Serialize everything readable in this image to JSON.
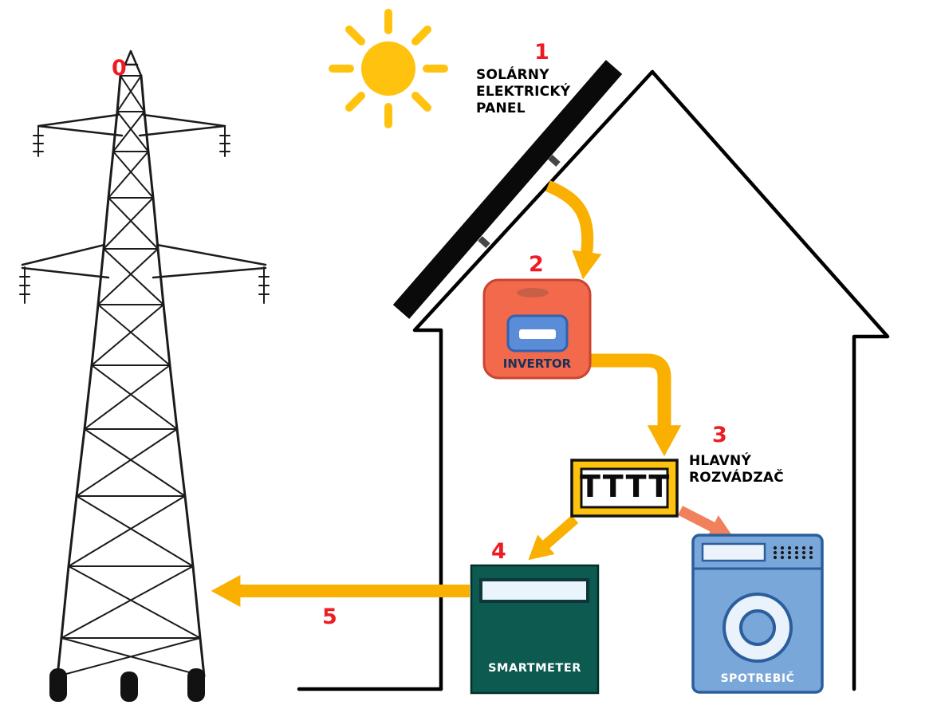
{
  "steps": {
    "tower_number": "0",
    "panel_number": "1",
    "invertor_number": "2",
    "rozvadzac_number": "3",
    "smartmeter_number": "4",
    "grid_feed_number": "5"
  },
  "panel": {
    "label_line1": "SOLÁRNY",
    "label_line2": "ELEKTRICKÝ",
    "label_line3": "PANEL"
  },
  "invertor": {
    "label": "INVERTOR"
  },
  "rozvadzac": {
    "label_line1": "HLAVNÝ",
    "label_line2": "ROZVÁDZAČ",
    "breaker_glyphs": "TTTT"
  },
  "smartmeter": {
    "label": "SMARTMETER"
  },
  "spotrebic": {
    "label": "SPOTREBIČ"
  },
  "colors": {
    "number_red": "#ED1C24",
    "sun_yellow": "#FFC20E",
    "arrow_yellow": "#F9B000",
    "arrow_salmon": "#F0815C",
    "invertor_orange": "#F2694B",
    "invertor_screen_blue": "#5A8CD8",
    "rozvadzac_yellow": "#FFC20E",
    "smartmeter_teal": "#0C5A50",
    "machine_blue": "#7AA7D9",
    "machine_border_blue": "#2B5E9C",
    "invertor_text_navy": "#17315B",
    "line_black": "#0a0a0a"
  }
}
